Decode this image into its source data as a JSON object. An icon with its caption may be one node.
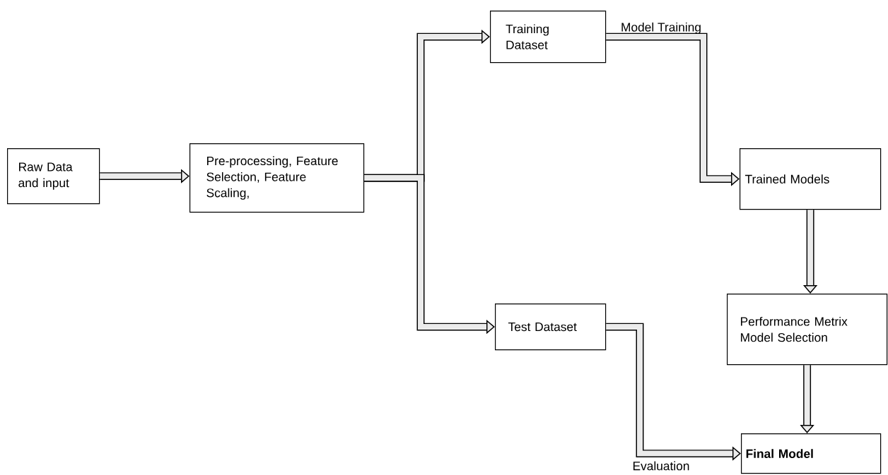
{
  "diagram": {
    "nodes": [
      {
        "text": [
          "Raw Data and input"
        ]
      },
      {
        "text": [
          "Pre-processing, Feature Selection, Feature Scaling,"
        ]
      },
      {
        "text": [
          "Training Dataset"
        ]
      },
      {
        "text": [
          "Test Dataset"
        ]
      },
      {
        "text": [
          "Trained Models"
        ]
      },
      {
        "text": [
          "Performance Metrix Model Selection"
        ]
      },
      {
        "text": [
          "Final Model"
        ]
      }
    ],
    "edges": [
      {
        "from": 0,
        "to": 1,
        "arrow": "to"
      },
      {
        "from": 1,
        "to": 2,
        "arrow": "to"
      },
      {
        "from": 1,
        "to": 3,
        "arrow": "to"
      },
      {
        "from": 2,
        "to": 4,
        "arrow": "to",
        "label": "Model Training"
      },
      {
        "from": 3,
        "to": 6,
        "arrow": "to",
        "label": "Evaluation"
      },
      {
        "from": 4,
        "to": 5,
        "arrow": "to"
      },
      {
        "from": 5,
        "to": 6,
        "arrow": "to"
      }
    ]
  }
}
